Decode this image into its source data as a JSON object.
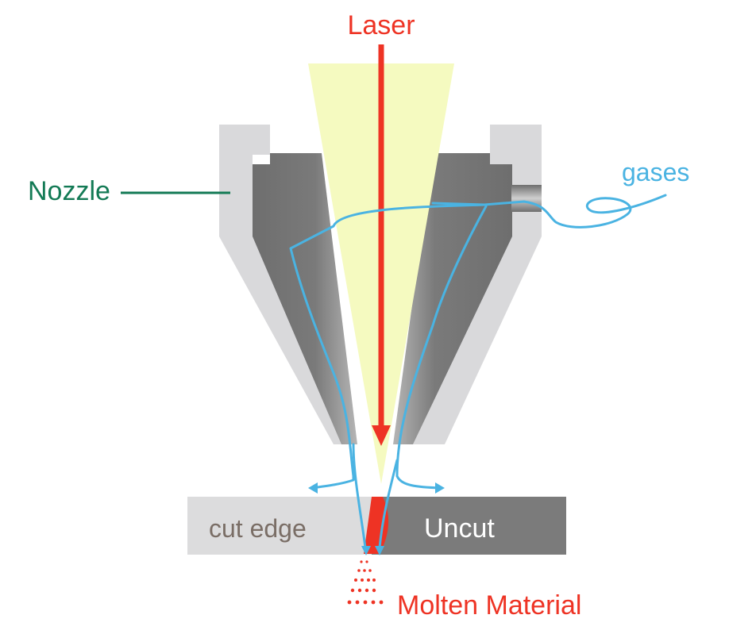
{
  "labels": {
    "laser": "Laser",
    "nozzle": "Nozzle",
    "gases": "gases",
    "cut_edge": "cut edge",
    "uncut": "Uncut",
    "molten_material": "Molten Material"
  },
  "colors": {
    "laser": "#ee3324",
    "nozzle_label": "#137a55",
    "gases": "#4ab3e2",
    "cut_edge_text": "#7a6e66",
    "uncut_text": "#ffffff",
    "beam_cone": "#f5fac0",
    "nozzle_outer": "#d9d9db",
    "nozzle_inner": "#7a7a7a",
    "workpiece_cut": "#dcdcdd",
    "workpiece_uncut": "#7b7b7b"
  }
}
